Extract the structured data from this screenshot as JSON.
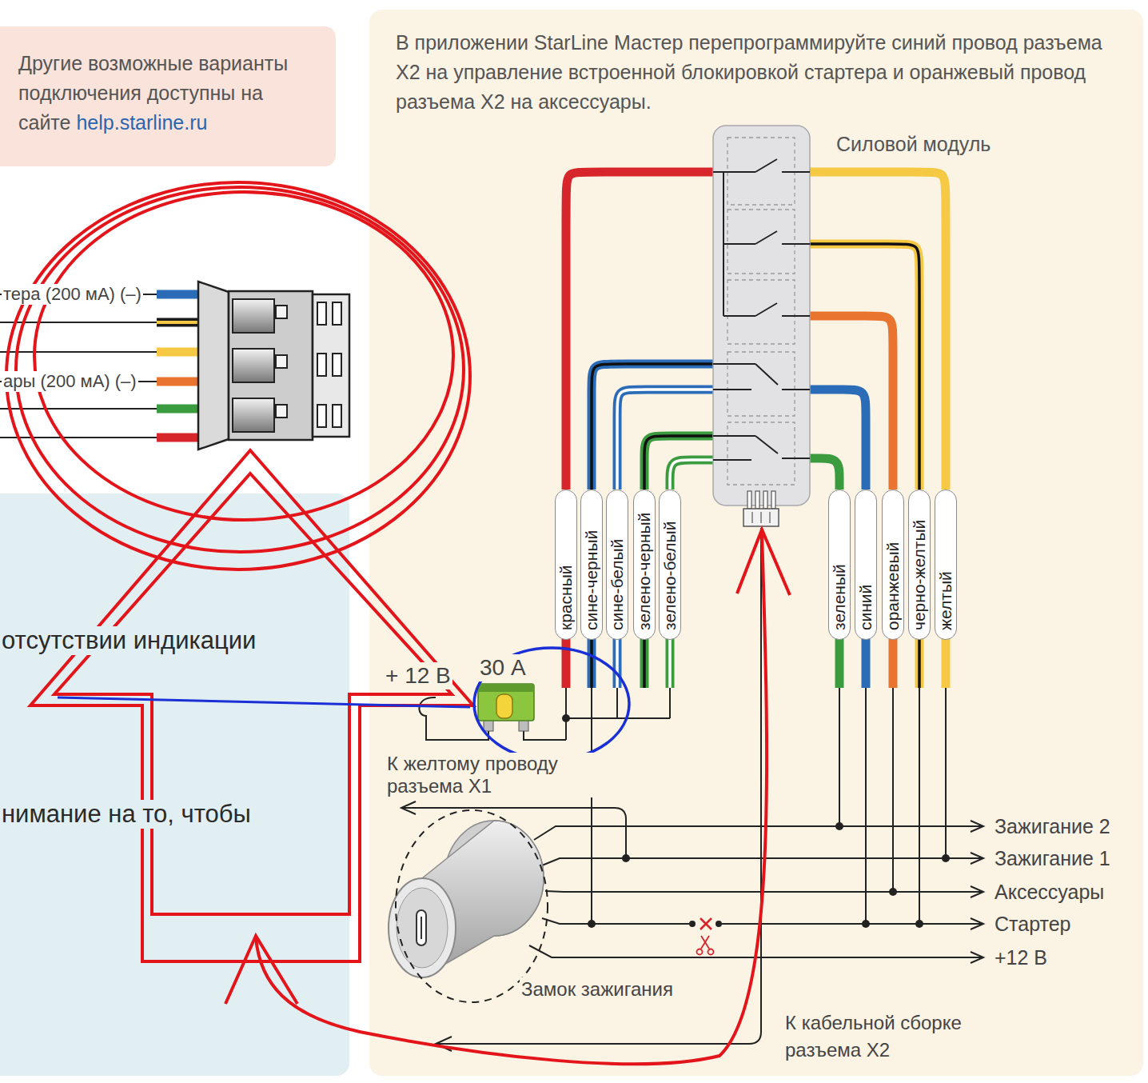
{
  "diagram": {
    "nodes": [
      {
        "text": [
          "Другие возможные варианты подключения доступны на сайте",
          "help.starline.ru"
        ]
      },
      {
        "text": [
          "В приложении StarLine Мастер перепрограммируйте синий провод разъема X2 на управление встроенной блокировкой стартера и оранжевый провод разъема X2 на аксессуары."
        ]
      },
      {
        "text": [
          "Силовой модуль"
        ],
        "in": 1
      },
      {
        "text": [
          "красный"
        ],
        "in": 1
      },
      {
        "text": [
          "сине-черный"
        ],
        "in": 1
      },
      {
        "text": [
          "сине-белый"
        ],
        "in": 1
      },
      {
        "text": [
          "зелено-черный"
        ],
        "in": 1
      },
      {
        "text": [
          "зелено-белый"
        ],
        "in": 1
      },
      {
        "text": [
          "зеленый"
        ],
        "in": 1
      },
      {
        "text": [
          "синий"
        ],
        "in": 1
      },
      {
        "text": [
          "оранжевый"
        ],
        "in": 1
      },
      {
        "text": [
          "черно-желтый"
        ],
        "in": 1
      },
      {
        "text": [
          "желтый"
        ],
        "in": 1
      },
      {
        "text": [
          "отсутствии индикации",
          "нимание на то, чтобы"
        ]
      }
    ],
    "edges": [
      {
        "from": 2,
        "to": 3,
        "arrow": "none"
      },
      {
        "from": 2,
        "to": 4,
        "arrow": "none"
      },
      {
        "from": 2,
        "to": 5,
        "arrow": "none"
      },
      {
        "from": 2,
        "to": 6,
        "arrow": "none"
      },
      {
        "from": 2,
        "to": 7,
        "arrow": "none"
      },
      {
        "from": 2,
        "to": 8,
        "arrow": "none"
      },
      {
        "from": 2,
        "to": 9,
        "arrow": "none"
      },
      {
        "from": 2,
        "to": 10,
        "arrow": "none"
      },
      {
        "from": 2,
        "to": 11,
        "arrow": "none"
      },
      {
        "from": 2,
        "to": 12,
        "arrow": "none"
      }
    ],
    "labels": [
      "тера (200 мА) (–)",
      "ары (200 мА) (–)",
      "+ 12 В",
      "30 А",
      "К желтому проводу разъема X1",
      "Зажигание 2",
      "Зажигание 1",
      "Аксессуары",
      "Стартер",
      "+12 В",
      "Замок зажигания",
      "К кабельной сборке разъема X2"
    ]
  }
}
